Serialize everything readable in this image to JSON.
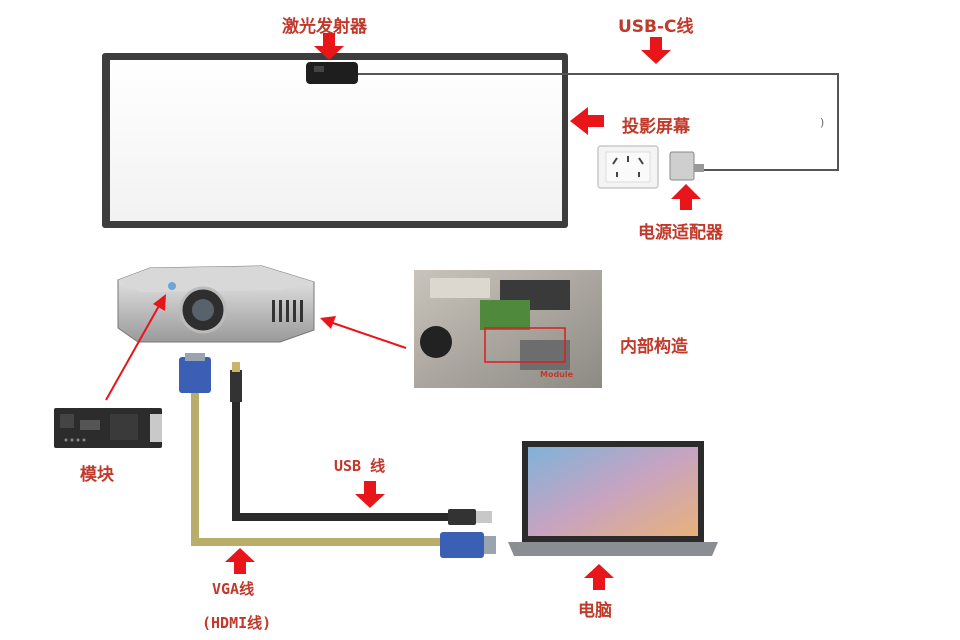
{
  "labels": {
    "laser_emitter": "激光发射器",
    "usbc_cable": "USB-C线",
    "projection_screen": "投影屏幕",
    "power_adapter": "电源适配器",
    "internal_structure": "内部构造",
    "module_tag": "Module",
    "module": "模块",
    "usb_cable": "USB 线",
    "vga_cable": "VGA线",
    "hdmi_cable": "(HDMI线)",
    "computer": "电脑"
  },
  "colors": {
    "label": "#c0392b",
    "arrow": "#e8151b",
    "vga_cable": "#b8ad6a",
    "usb_cable": "#2a2a2a",
    "vga_plug": "#3a5fb4"
  }
}
